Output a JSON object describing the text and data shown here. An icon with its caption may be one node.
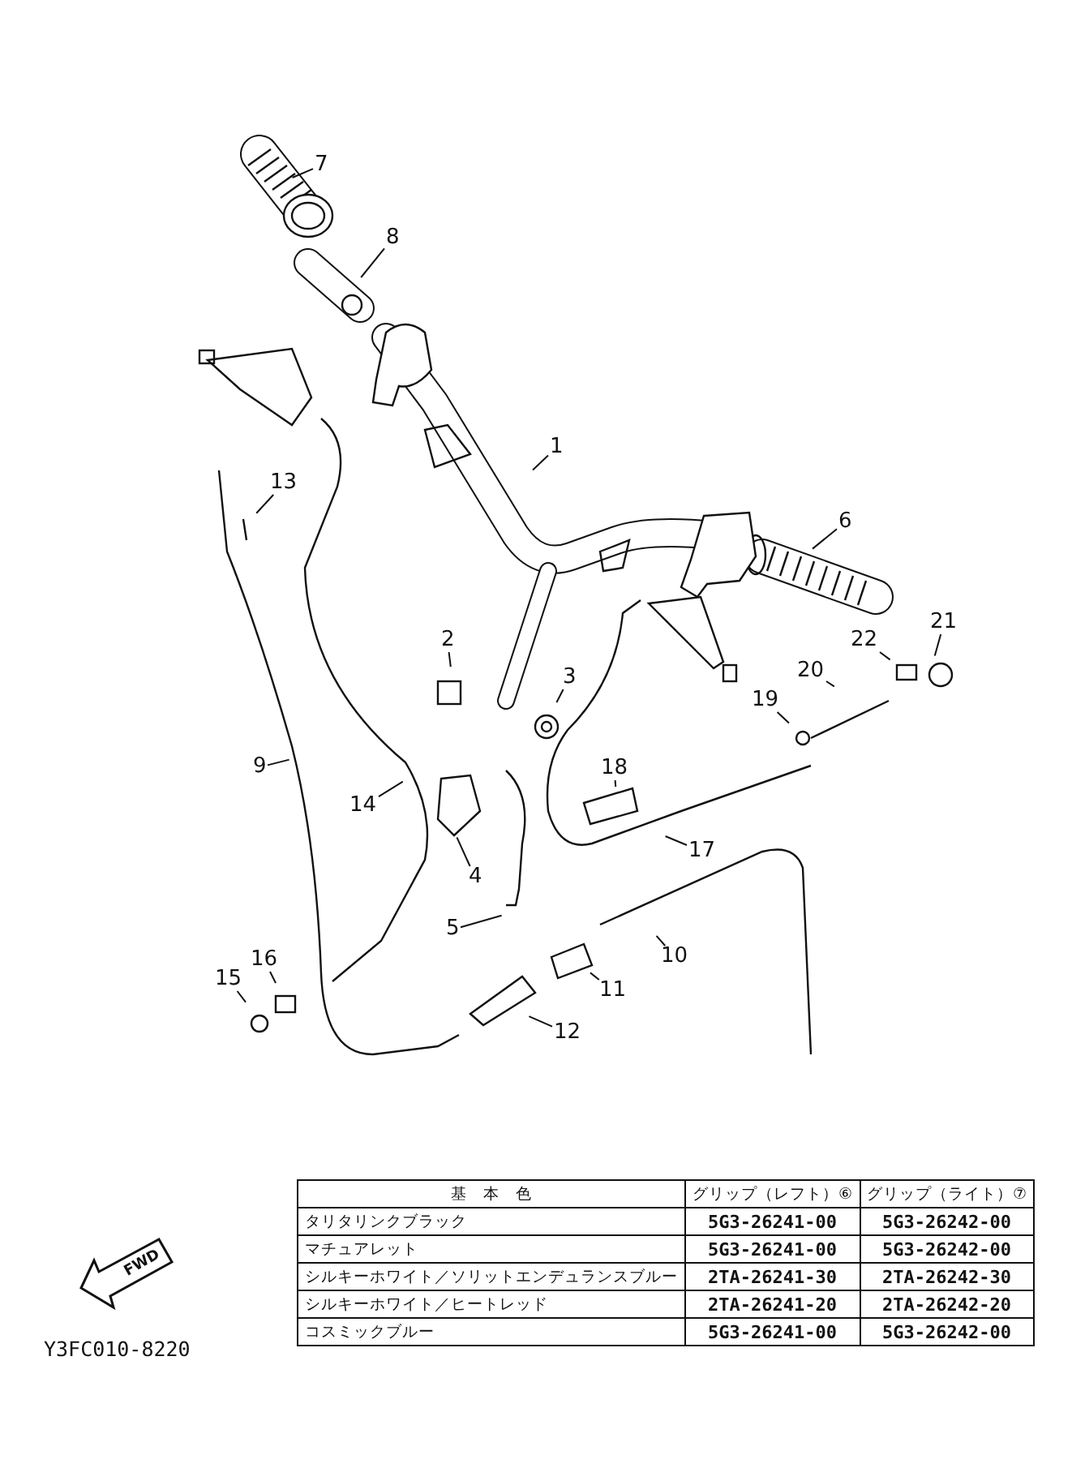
{
  "diagram": {
    "nodes": [
      {
        "text": [
          "7"
        ]
      },
      {
        "text": [
          "8"
        ]
      },
      {
        "text": [
          "1"
        ]
      },
      {
        "text": [
          "6"
        ]
      },
      {
        "text": [
          "13"
        ]
      },
      {
        "text": [
          "21"
        ]
      },
      {
        "text": [
          "22"
        ]
      },
      {
        "text": [
          "2"
        ]
      },
      {
        "text": [
          "20"
        ]
      },
      {
        "text": [
          "3"
        ]
      },
      {
        "text": [
          "19"
        ]
      },
      {
        "text": [
          "9"
        ]
      },
      {
        "text": [
          "14"
        ]
      },
      {
        "text": [
          "18"
        ]
      },
      {
        "text": [
          "4"
        ]
      },
      {
        "text": [
          "17"
        ]
      },
      {
        "text": [
          "5"
        ]
      },
      {
        "text": [
          "10"
        ]
      },
      {
        "text": [
          "16"
        ]
      },
      {
        "text": [
          "15"
        ]
      },
      {
        "text": [
          "11"
        ]
      },
      {
        "text": [
          "12"
        ]
      }
    ],
    "edges": [
      {
        "from": 0,
        "to": null,
        "arrow": "none"
      },
      {
        "from": 1,
        "to": null,
        "arrow": "none"
      },
      {
        "from": 2,
        "to": null,
        "arrow": "none"
      },
      {
        "from": 3,
        "to": null,
        "arrow": "none"
      },
      {
        "from": 4,
        "to": null,
        "arrow": "none"
      },
      {
        "from": 5,
        "to": null,
        "arrow": "none"
      },
      {
        "from": 6,
        "to": null,
        "arrow": "none"
      },
      {
        "from": 7,
        "to": null,
        "arrow": "none"
      },
      {
        "from": 8,
        "to": null,
        "arrow": "none"
      },
      {
        "from": 9,
        "to": null,
        "arrow": "none"
      },
      {
        "from": 10,
        "to": null,
        "arrow": "none"
      },
      {
        "from": 11,
        "to": null,
        "arrow": "none"
      },
      {
        "from": 12,
        "to": null,
        "arrow": "none"
      },
      {
        "from": 13,
        "to": null,
        "arrow": "none"
      },
      {
        "from": 14,
        "to": null,
        "arrow": "none"
      },
      {
        "from": 15,
        "to": null,
        "arrow": "none"
      },
      {
        "from": 16,
        "to": null,
        "arrow": "none"
      },
      {
        "from": 17,
        "to": null,
        "arrow": "none"
      },
      {
        "from": 18,
        "to": null,
        "arrow": "none"
      },
      {
        "from": 19,
        "to": null,
        "arrow": "none"
      },
      {
        "from": 20,
        "to": null,
        "arrow": "none"
      },
      {
        "from": 21,
        "to": null,
        "arrow": "none"
      }
    ],
    "labels": [
      "基　本　色",
      "グリップ（レフト）⑥",
      "グリップ（ライト）⑦",
      "タリタリンクブラック",
      "5G3-26241-00",
      "5G3-26242-00",
      "マチュアレット",
      "5G3-26241-00",
      "5G3-26242-00",
      "シルキーホワイト／ソリットエンデュランスブルー",
      "2TA-26241-30",
      "2TA-26242-30",
      "シルキーホワイト／ヒートレッド",
      "2TA-26241-20",
      "2TA-26242-20",
      "コスミックブルー",
      "5G3-26241-00",
      "5G3-26242-00",
      "FWD",
      "Y3FC010-8220"
    ]
  }
}
